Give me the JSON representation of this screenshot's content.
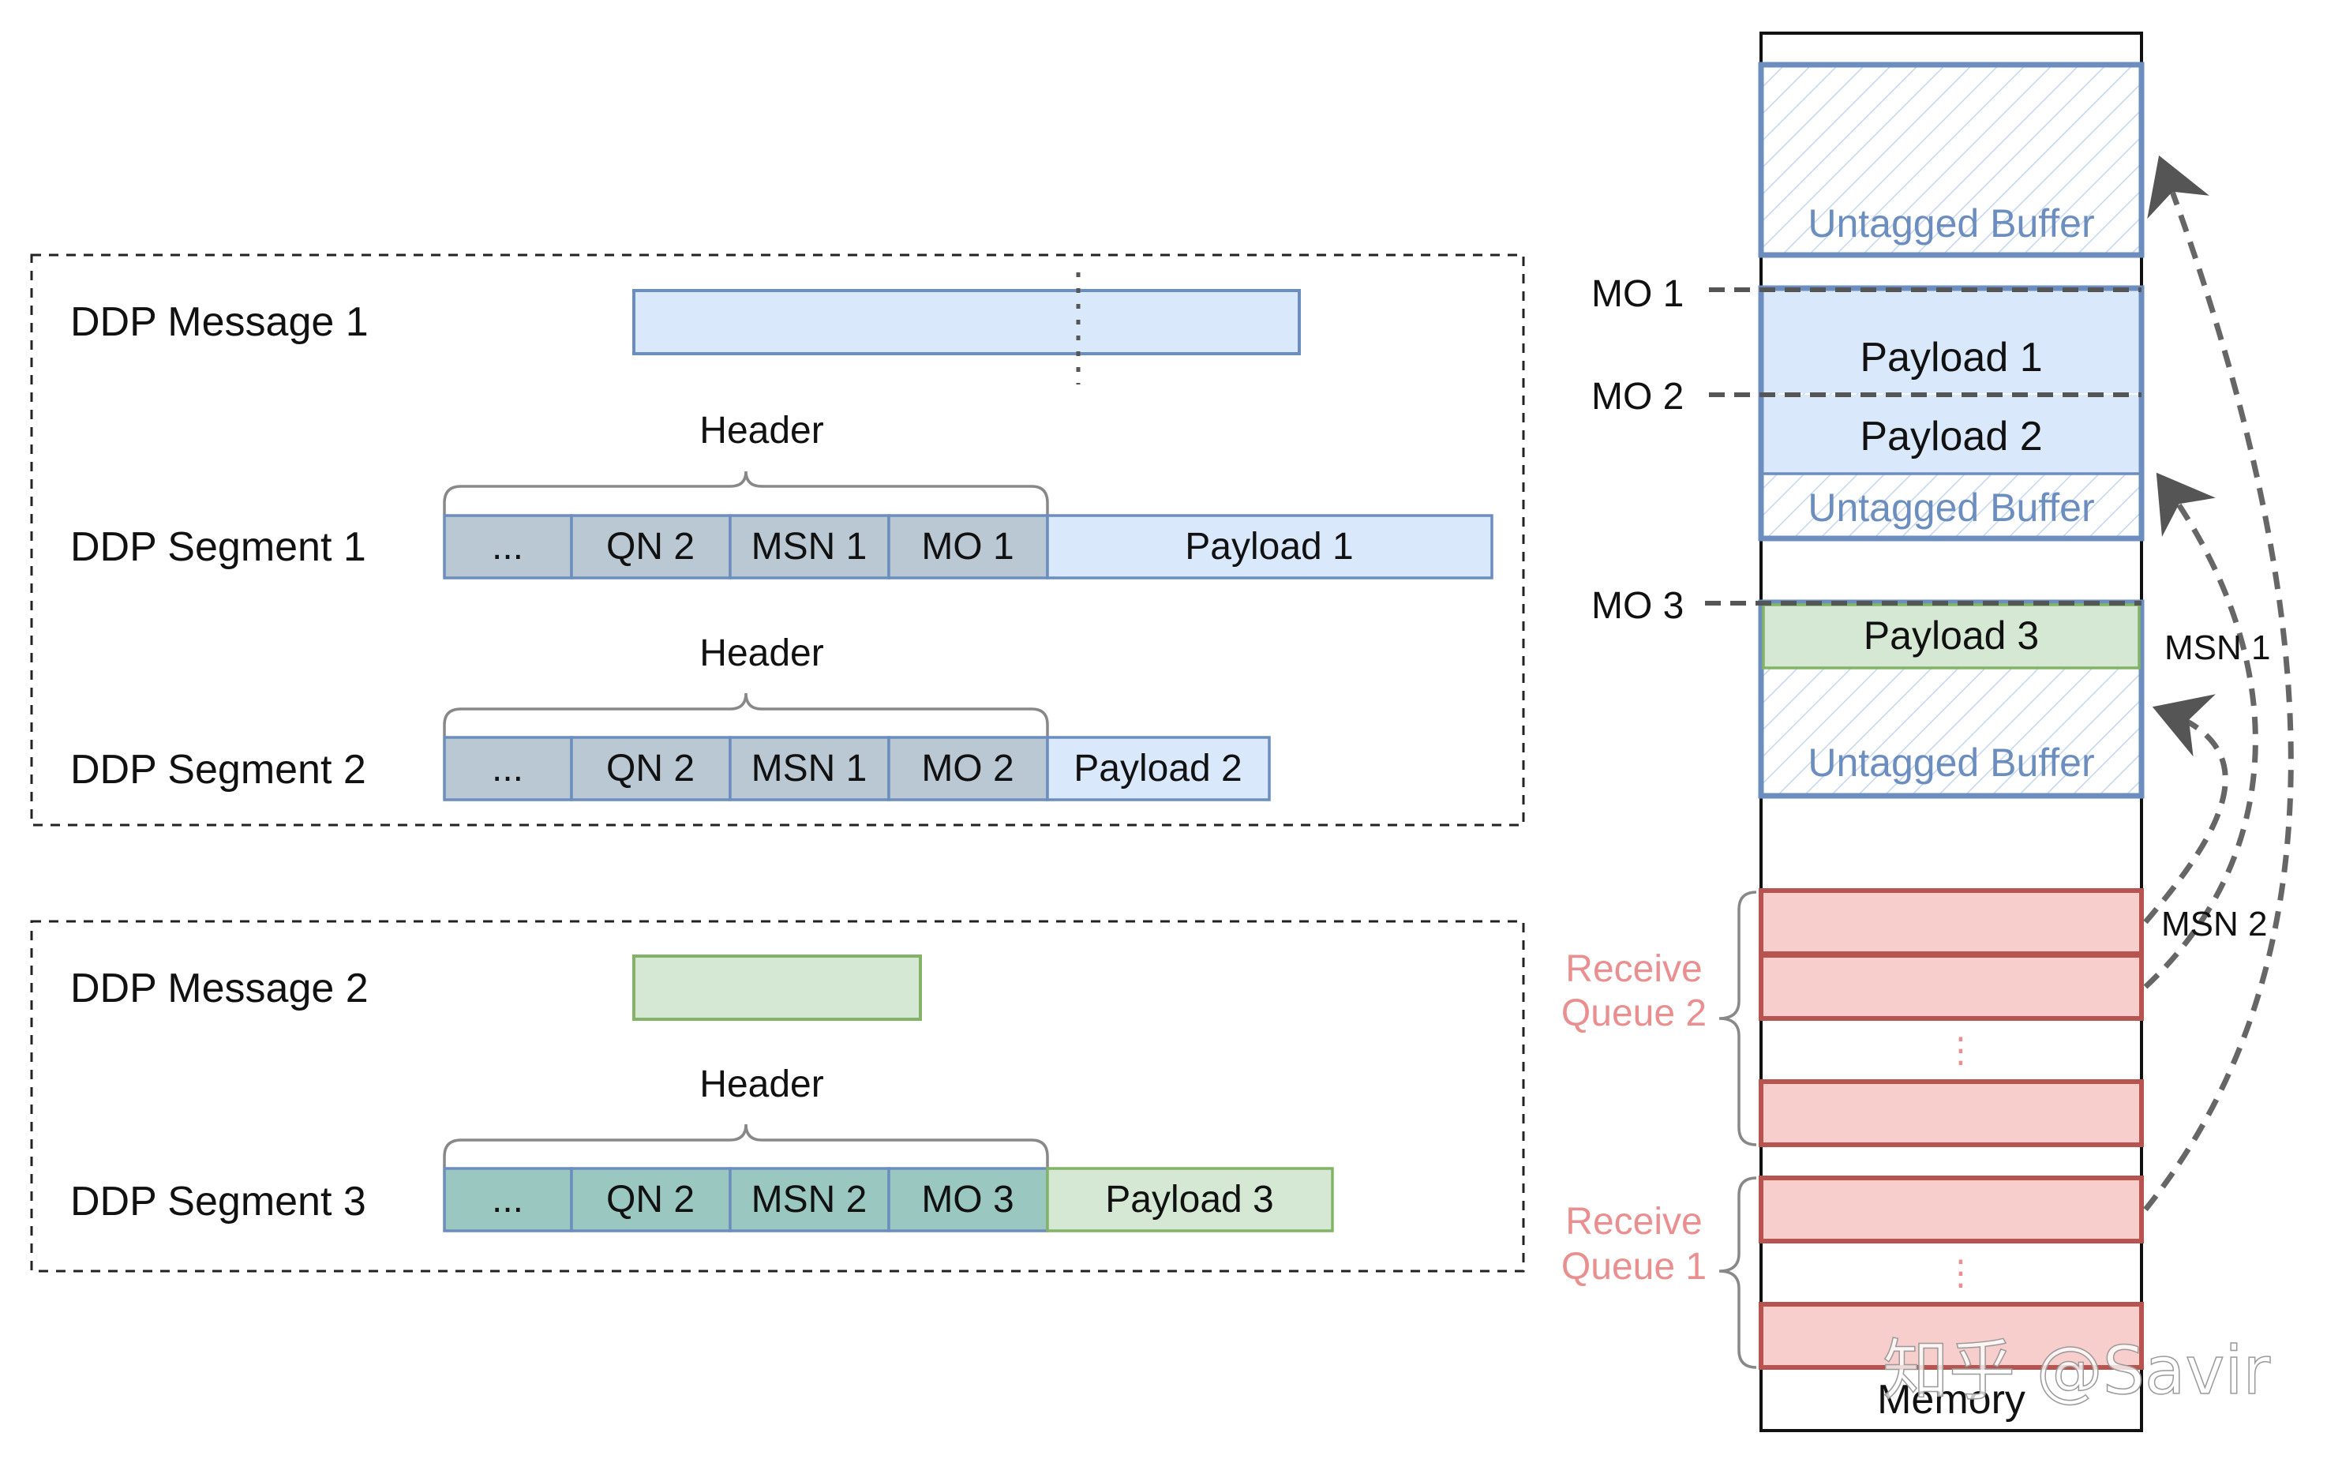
{
  "panel1": {
    "message_label": "DDP Message 1",
    "segment1": {
      "label": "DDP Segment 1",
      "header_label": "Header",
      "cells": [
        "...",
        "QN 2",
        "MSN 1",
        "MO 1"
      ],
      "payload": "Payload 1"
    },
    "segment2": {
      "label": "DDP Segment 2",
      "header_label": "Header",
      "cells": [
        "...",
        "QN 2",
        "MSN 1",
        "MO 2"
      ],
      "payload": "Payload 2"
    }
  },
  "panel2": {
    "message_label": "DDP Message 2",
    "segment3": {
      "label": "DDP Segment 3",
      "header_label": "Header",
      "cells": [
        "...",
        "QN 2",
        "MSN 2",
        "MO 3"
      ],
      "payload": "Payload 3"
    }
  },
  "memory": {
    "title": "Memory",
    "offset_labels": [
      "MO 1",
      "MO 2",
      "MO 3"
    ],
    "untagged_label": "Untagged Buffer",
    "payloads": [
      "Payload 1",
      "Payload 2",
      "Payload 3"
    ],
    "ellipsis": "⋮",
    "receive_queue_2": [
      "Receive",
      "Queue 2"
    ],
    "receive_queue_1": [
      "Receive",
      "Queue 1"
    ],
    "arrow_labels": [
      "MSN 1",
      "MSN 2"
    ]
  },
  "watermark": "知乎 @Savir",
  "colors": {
    "blue_fill": "#dae8fc",
    "blue_stroke": "#6c8ebf",
    "header_blue": "#bac8d3",
    "header_teal": "#9ac7bf",
    "green_fill": "#d5e8d4",
    "green_stroke": "#82b366",
    "red_fill": "#f8cecc",
    "red_stroke": "#b85450",
    "queue_text": "#ea8f8f",
    "untagged_text": "#6c8ebf",
    "arrow": "#666666"
  }
}
